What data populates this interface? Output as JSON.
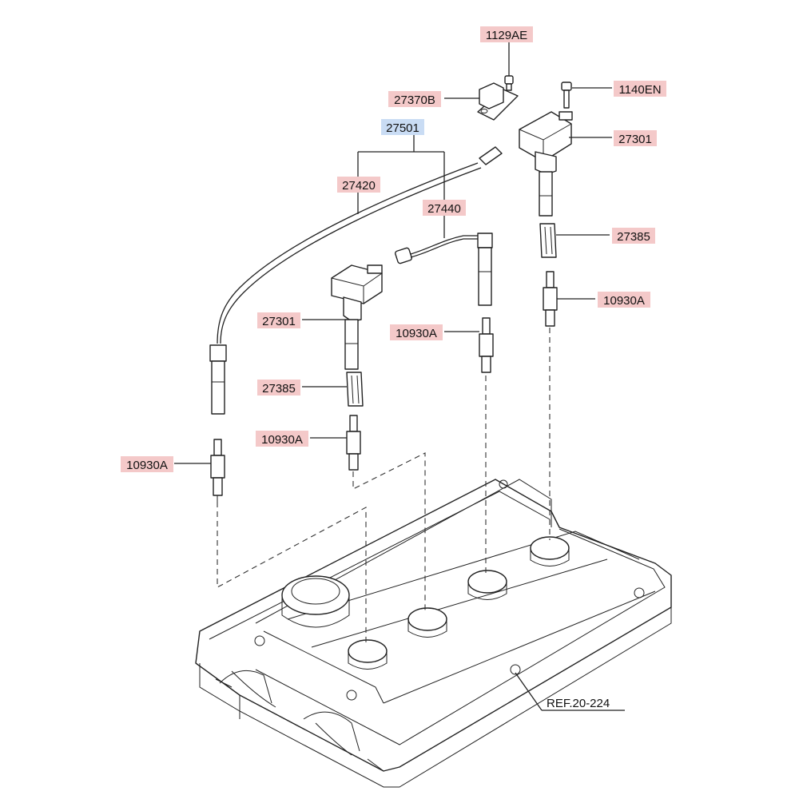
{
  "colors": {
    "label_bg": "#f4c9c9",
    "assembly_bg": "#c9dcf4",
    "line": "#222222"
  },
  "labels": {
    "bolt_1129ae": "1129AE",
    "bracket_27370b": "27370B",
    "cable_set_27501": "27501",
    "bolt_1140en": "1140EN",
    "coil_right_27301": "27301",
    "cable_27420": "27420",
    "cable_27440": "27440",
    "boot_right_27385": "27385",
    "plug_right_10930a": "10930A",
    "coil_left_27301": "27301",
    "plug_center_10930a": "10930A",
    "boot_left_27385": "27385",
    "plug_left_coil_10930a": "10930A",
    "plug_far_left_10930a": "10930A",
    "reference": "REF.20-224"
  }
}
